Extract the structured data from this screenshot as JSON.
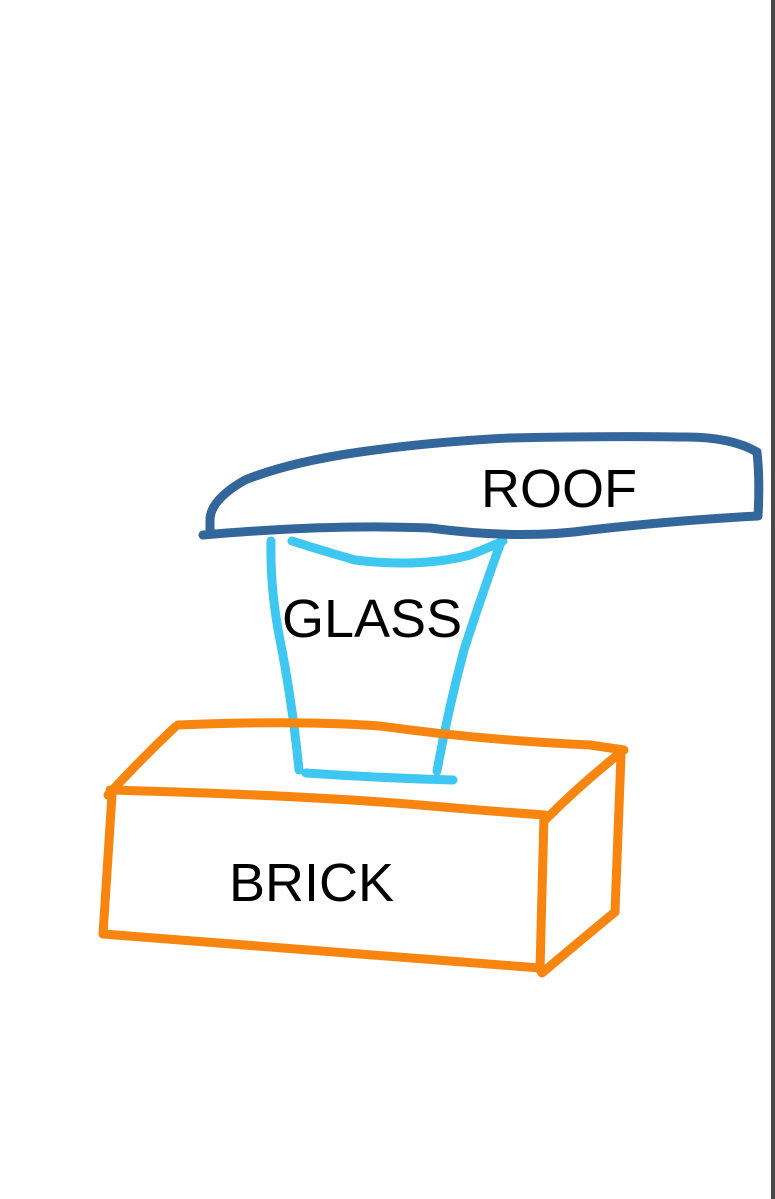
{
  "diagram": {
    "labels": {
      "roof": "ROOF",
      "glass": "GLASS",
      "brick": "BRICK"
    },
    "colors": {
      "roof": "#33679b",
      "glass": "#3ec8f1",
      "brick": "#f7850f",
      "text": "#000000",
      "background": "#ffffff"
    }
  }
}
